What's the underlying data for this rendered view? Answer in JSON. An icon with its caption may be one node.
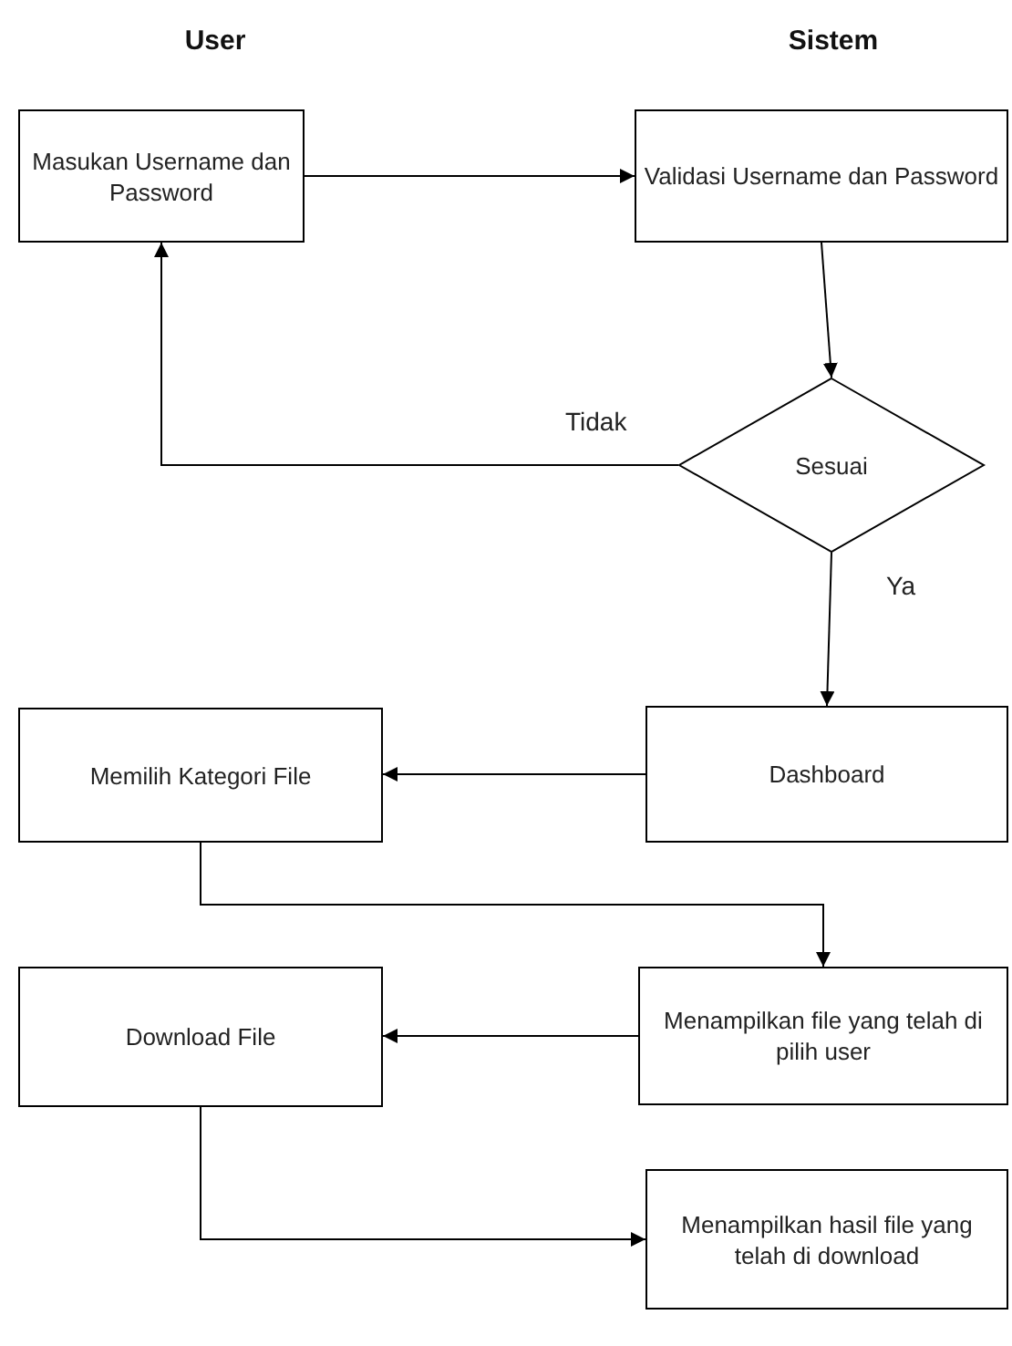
{
  "diagram": {
    "nodes": [
      {
        "text": [
          "Masukan Username dan Password"
        ]
      },
      {
        "text": [
          "Validasi Username dan Password"
        ]
      },
      {
        "text": [
          "Sesuai"
        ]
      },
      {
        "text": [
          "Dashboard"
        ]
      },
      {
        "text": [
          "Memilih Kategori File"
        ]
      },
      {
        "text": [
          "Menampilkan file yang telah di pilih user"
        ]
      },
      {
        "text": [
          "Download File"
        ]
      },
      {
        "text": [
          "Menampilkan hasil file yang telah di download"
        ]
      }
    ],
    "edges": [
      {
        "from": 0,
        "to": 1,
        "arrow": "to"
      },
      {
        "from": 1,
        "to": 2,
        "arrow": "to"
      },
      {
        "from": 2,
        "to": 0,
        "arrow": "to",
        "label": "Tidak"
      },
      {
        "from": 2,
        "to": 3,
        "arrow": "to",
        "label": "Ya"
      },
      {
        "from": 3,
        "to": 4,
        "arrow": "to"
      },
      {
        "from": 4,
        "to": 5,
        "arrow": "to"
      },
      {
        "from": 5,
        "to": 6,
        "arrow": "to"
      },
      {
        "from": 6,
        "to": 7,
        "arrow": "to"
      }
    ],
    "labels": [
      "User",
      "Sistem"
    ]
  }
}
